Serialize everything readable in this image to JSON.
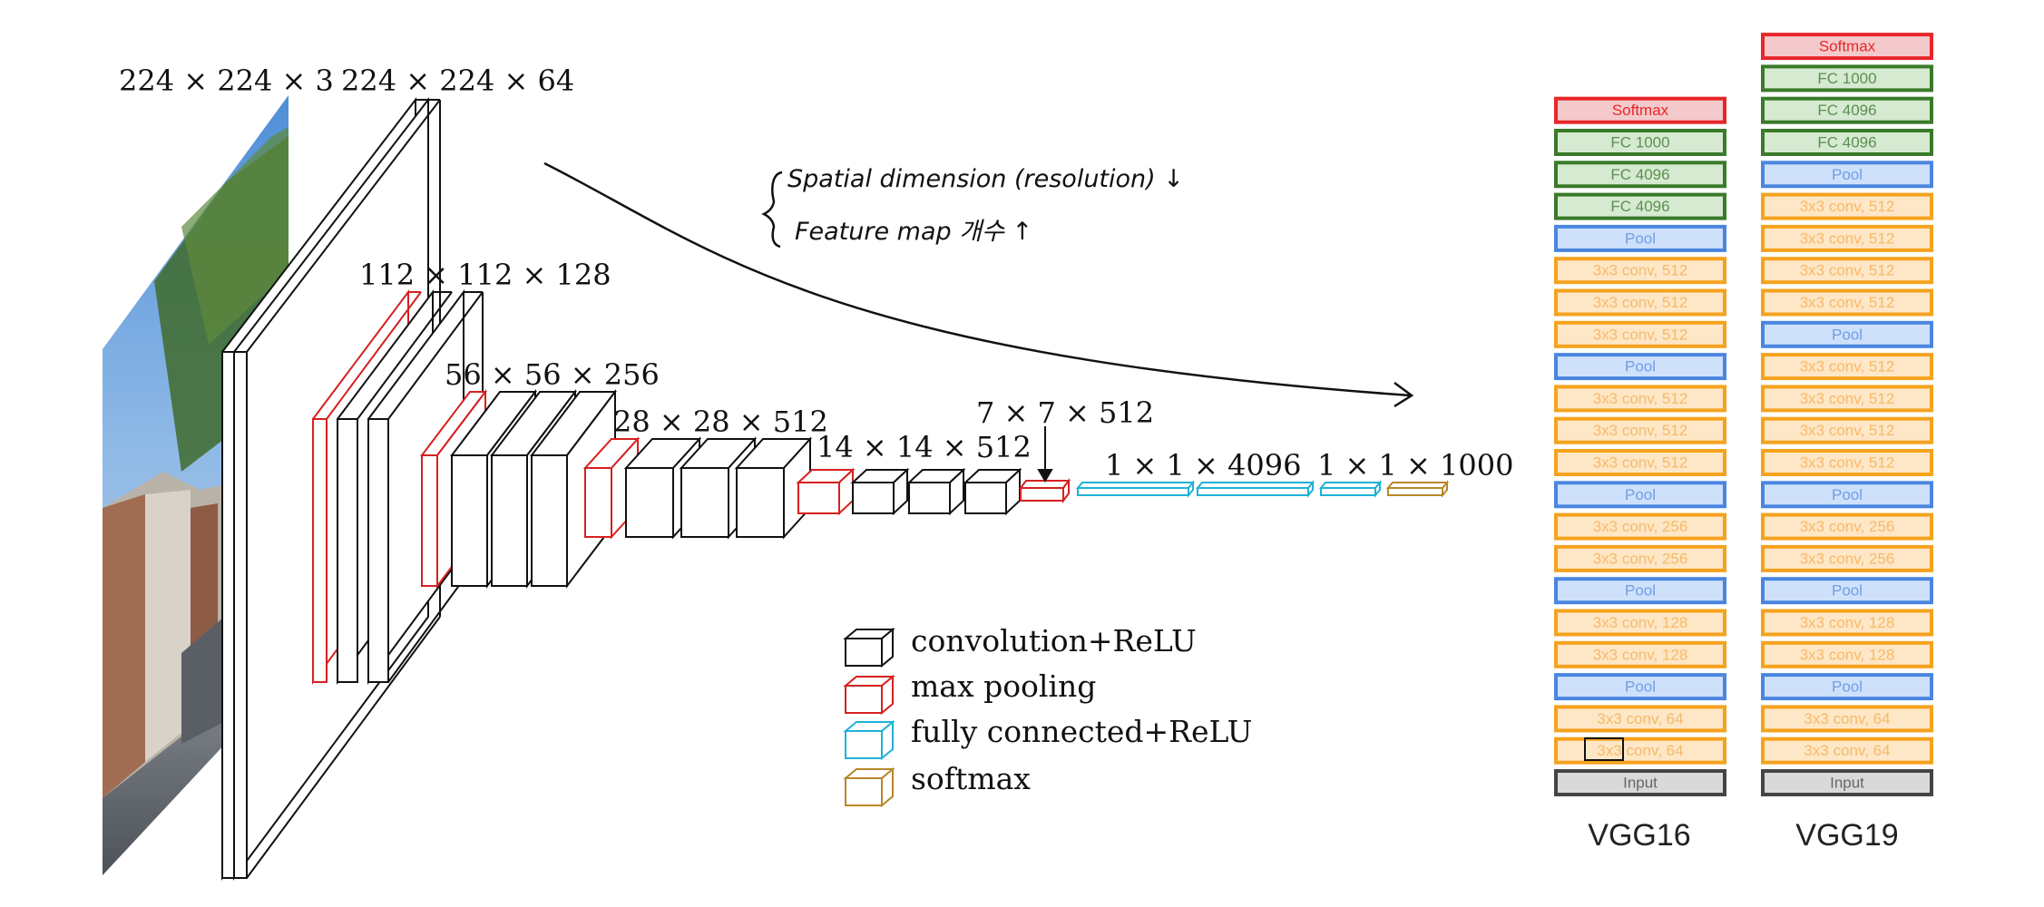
{
  "network_diagram": {
    "dimension_labels": {
      "input": "224 × 224 × 3",
      "conv1": "224 × 224 × 64",
      "conv2": "112 × 112 × 128",
      "conv3": "56 × 56 × 256",
      "conv4": "28 × 28 × 512",
      "conv5": "14 × 14 × 512",
      "pool5": "7 × 7 × 512",
      "fc": "1 × 1 × 4096",
      "output": "1 × 1 × 1000"
    },
    "annotation": {
      "line1": "Spatial dimension (resolution) ↓",
      "line2": "Feature map 개수 ↑"
    },
    "legend": [
      {
        "label": "convolution+ReLU",
        "color": "#111111"
      },
      {
        "label": "max pooling",
        "color": "#d62020"
      },
      {
        "label": "fully connected+ReLU",
        "color": "#1fb2d8"
      },
      {
        "label": "softmax",
        "color": "#b8872a"
      }
    ],
    "colors": {
      "conv": "#111111",
      "pool": "#d62020",
      "fc": "#1fb2d8",
      "softmax": "#b8872a"
    }
  },
  "vgg_stacks": [
    {
      "name": "VGG16",
      "layers": [
        "Softmax",
        "FC 1000",
        "FC 4096",
        "FC 4096",
        "Pool",
        "3x3 conv, 512",
        "3x3 conv, 512",
        "3x3 conv, 512",
        "Pool",
        "3x3 conv, 512",
        "3x3 conv, 512",
        "3x3 conv, 512",
        "Pool",
        "3x3 conv, 256",
        "3x3 conv, 256",
        "Pool",
        "3x3 conv, 128",
        "3x3 conv, 128",
        "Pool",
        "3x3 conv, 64",
        "3x3 conv, 64",
        "Input"
      ]
    },
    {
      "name": "VGG19",
      "layers": [
        "Softmax",
        "FC 1000",
        "FC 4096",
        "FC 4096",
        "Pool",
        "3x3 conv, 512",
        "3x3 conv, 512",
        "3x3 conv, 512",
        "3x3 conv, 512",
        "Pool",
        "3x3 conv, 512",
        "3x3 conv, 512",
        "3x3 conv, 512",
        "3x3 conv, 512",
        "Pool",
        "3x3 conv, 256",
        "3x3 conv, 256",
        "Pool",
        "3x3 conv, 128",
        "3x3 conv, 128",
        "Pool",
        "3x3 conv, 64",
        "3x3 conv, 64",
        "Input"
      ]
    }
  ],
  "layer_styles": {
    "Softmax": {
      "stroke": "#e8262a",
      "fill": "#f4c9cb",
      "text": "#e8262a"
    },
    "FC": {
      "stroke": "#3a7a2a",
      "fill": "#d5ead0",
      "text": "#5c8f52"
    },
    "Pool": {
      "stroke": "#4a86e0",
      "fill": "#cfe0fb",
      "text": "#6d9fe6"
    },
    "conv": {
      "stroke": "#f5a21d",
      "fill": "#fde7c6",
      "text": "#f7b968"
    },
    "Input": {
      "stroke": "#444444",
      "fill": "#d9d9d9",
      "text": "#666666"
    }
  }
}
